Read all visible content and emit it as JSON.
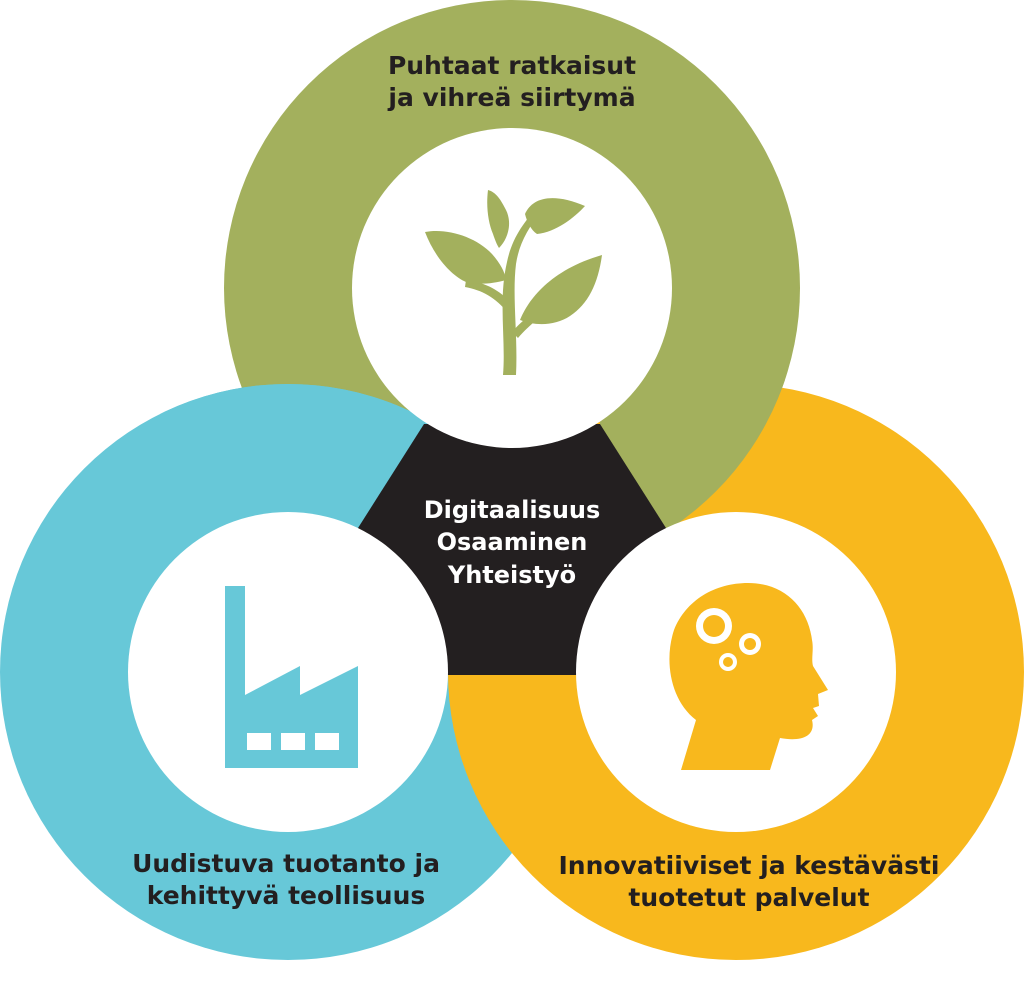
{
  "colors": {
    "green": "#a3b05d",
    "blue": "#67c8d8",
    "yellow": "#f8b81d",
    "center": "#231f20",
    "inner": "#ffffff"
  },
  "segments": {
    "green": {
      "label_line1": "Puhtaat ratkaisut",
      "label_line2": "ja vihreä siirtymä",
      "icon": "plant-icon"
    },
    "blue": {
      "label_line1": "Uudistuva tuotanto ja",
      "label_line2": "kehittyvä teollisuus",
      "icon": "factory-icon"
    },
    "yellow": {
      "label_line1": "Innovatiiviset ja kestävästi",
      "label_line2": "tuotetut palvelut",
      "icon": "head-gears-icon"
    }
  },
  "center": {
    "line1": "Digitaalisuus",
    "line2": "Osaaminen",
    "line3": "Yhteistyö"
  }
}
